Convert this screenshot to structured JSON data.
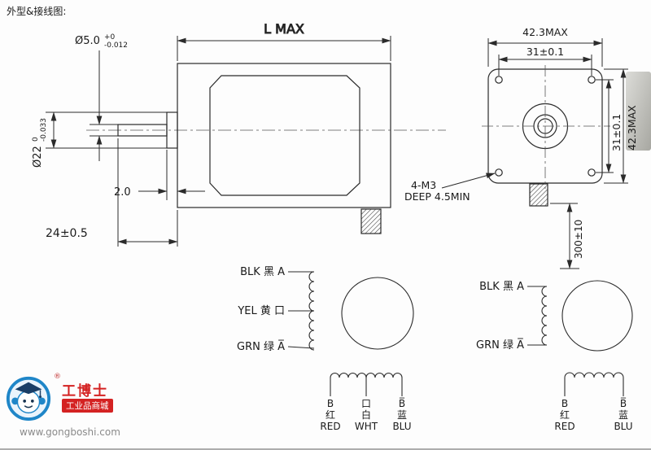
{
  "header": {
    "title": "外型&接线图:"
  },
  "side_view": {
    "l_max": "L MAX",
    "shaft_dia": "Ø5.0",
    "shaft_tol_up": "+0",
    "shaft_tol_dn": "-0.012",
    "pilot_dia": "Ø22",
    "pilot_tol_up": "0",
    "pilot_tol_dn": "-0.033",
    "pilot_depth": "2.0",
    "shaft_len": "24±0.5"
  },
  "front_view": {
    "width_max": "42.3MAX",
    "holes_h": "31±0.1",
    "holes_v": "31±0.1",
    "height_max": "42.3MAX",
    "holes_note1": "4-M3",
    "holes_note2": "DEEP 4.5MIN",
    "cable_len": "300±10"
  },
  "wiring_six": {
    "a": "BLK 黑 A",
    "center": "YEL 黄 口",
    "a_bar": "GRN 绿 A̅",
    "b": "B",
    "b_cn": "红",
    "b_en": "RED",
    "c": "口",
    "c_cn": "白",
    "c_en": "WHT",
    "b_bar": "B̅",
    "b_bar_cn": "蓝",
    "b_bar_en": "BLU"
  },
  "wiring_four": {
    "a": "BLK 黑 A",
    "a_bar": "GRN 绿 A̅",
    "b": "B",
    "b_cn": "红",
    "b_en": "RED",
    "b_bar": "B̅",
    "b_bar_cn": "蓝",
    "b_bar_en": "BLU"
  },
  "logo": {
    "reg": "®",
    "brand": "工博士",
    "tagline": "工业品商城",
    "url": "www.gongboshi.com"
  }
}
